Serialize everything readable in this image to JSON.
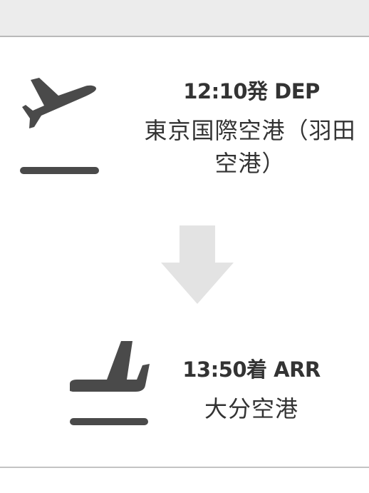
{
  "flight": {
    "departure": {
      "time_label": "12:10発 DEP",
      "airport": "東京国際空港（羽田空港）",
      "icon": "airplane-takeoff-icon"
    },
    "arrival": {
      "time_label": "13:50着 ARR",
      "airport": "大分空港",
      "icon": "airplane-landing-icon"
    },
    "direction_icon": "arrow-down-icon"
  },
  "colors": {
    "icon": "#4a4a4a",
    "arrow": "#e3e3e3",
    "text": "#333333",
    "header_bg": "#ececec"
  }
}
